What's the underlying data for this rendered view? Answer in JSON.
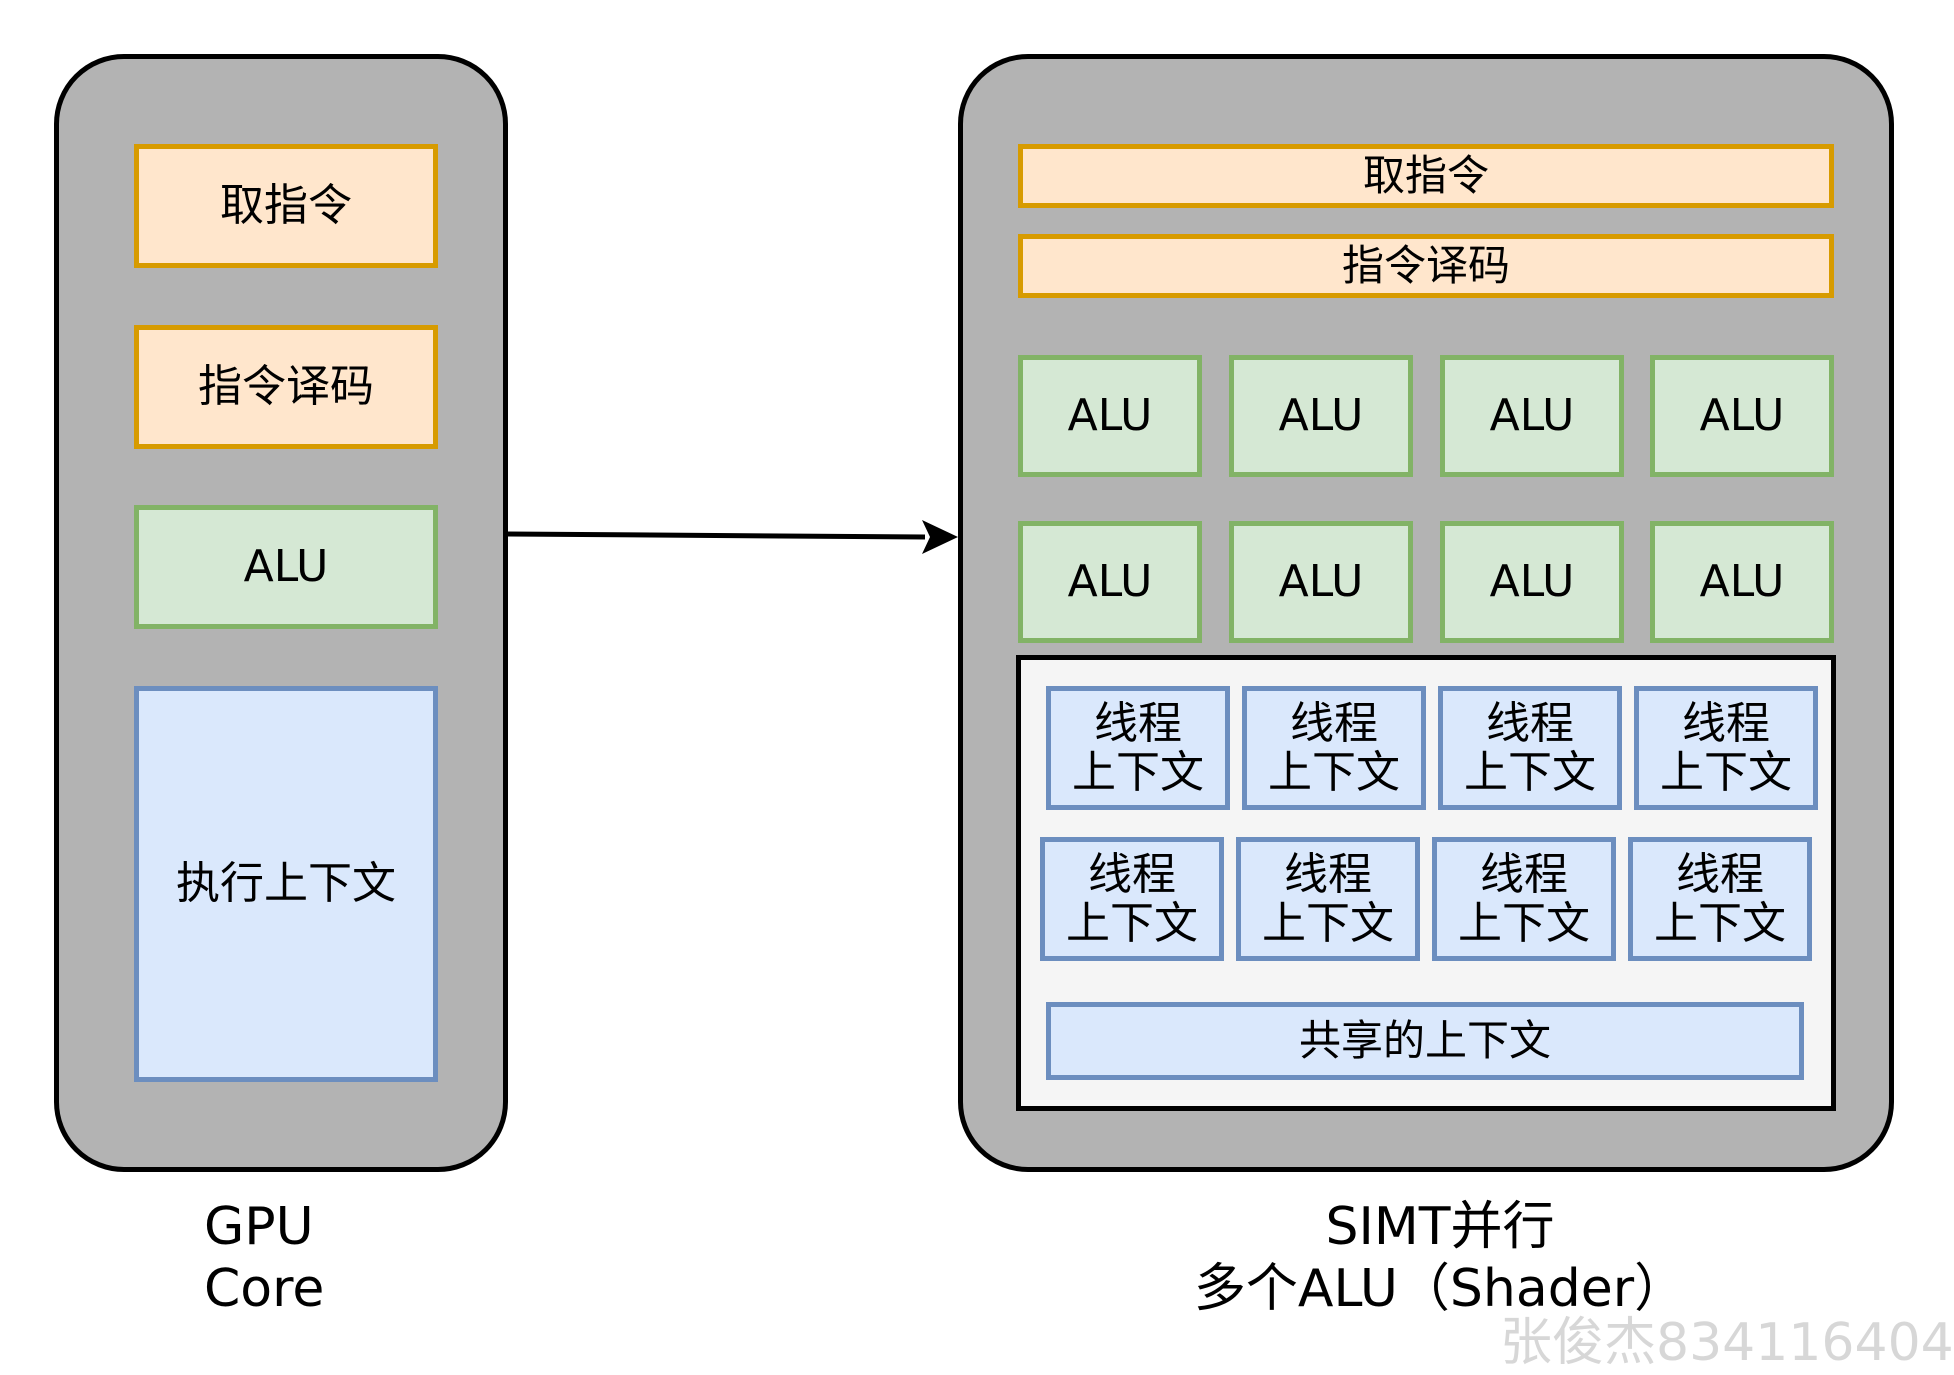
{
  "left_core": {
    "blocks": [
      "取指令",
      "指令译码",
      "ALU",
      "执行上下文"
    ],
    "caption_lines": [
      "GPU",
      "Core"
    ]
  },
  "right_core": {
    "fetch": "取指令",
    "decode": "指令译码",
    "alus": [
      "ALU",
      "ALU",
      "ALU",
      "ALU",
      "ALU",
      "ALU",
      "ALU",
      "ALU"
    ],
    "threads": [
      {
        "l1": "线程",
        "l2": "上下文"
      },
      {
        "l1": "线程",
        "l2": "上下文"
      },
      {
        "l1": "线程",
        "l2": "上下文"
      },
      {
        "l1": "线程",
        "l2": "上下文"
      },
      {
        "l1": "线程",
        "l2": "上下文"
      },
      {
        "l1": "线程",
        "l2": "上下文"
      },
      {
        "l1": "线程",
        "l2": "上下文"
      },
      {
        "l1": "线程",
        "l2": "上下文"
      }
    ],
    "shared": "共享的上下文",
    "caption_lines": [
      "SIMT并行",
      "多个ALU（Shader）"
    ]
  },
  "watermark": "张俊杰834116404",
  "colors": {
    "core_fill": "#b3b3b3",
    "orange_fill": "#ffe6cc",
    "orange_border": "#d79b00",
    "green_fill": "#d5e8d4",
    "green_border": "#82b366",
    "blue_fill": "#dae8fc",
    "blue_border": "#6c8ebf",
    "panel_fill": "#f5f5f5"
  }
}
